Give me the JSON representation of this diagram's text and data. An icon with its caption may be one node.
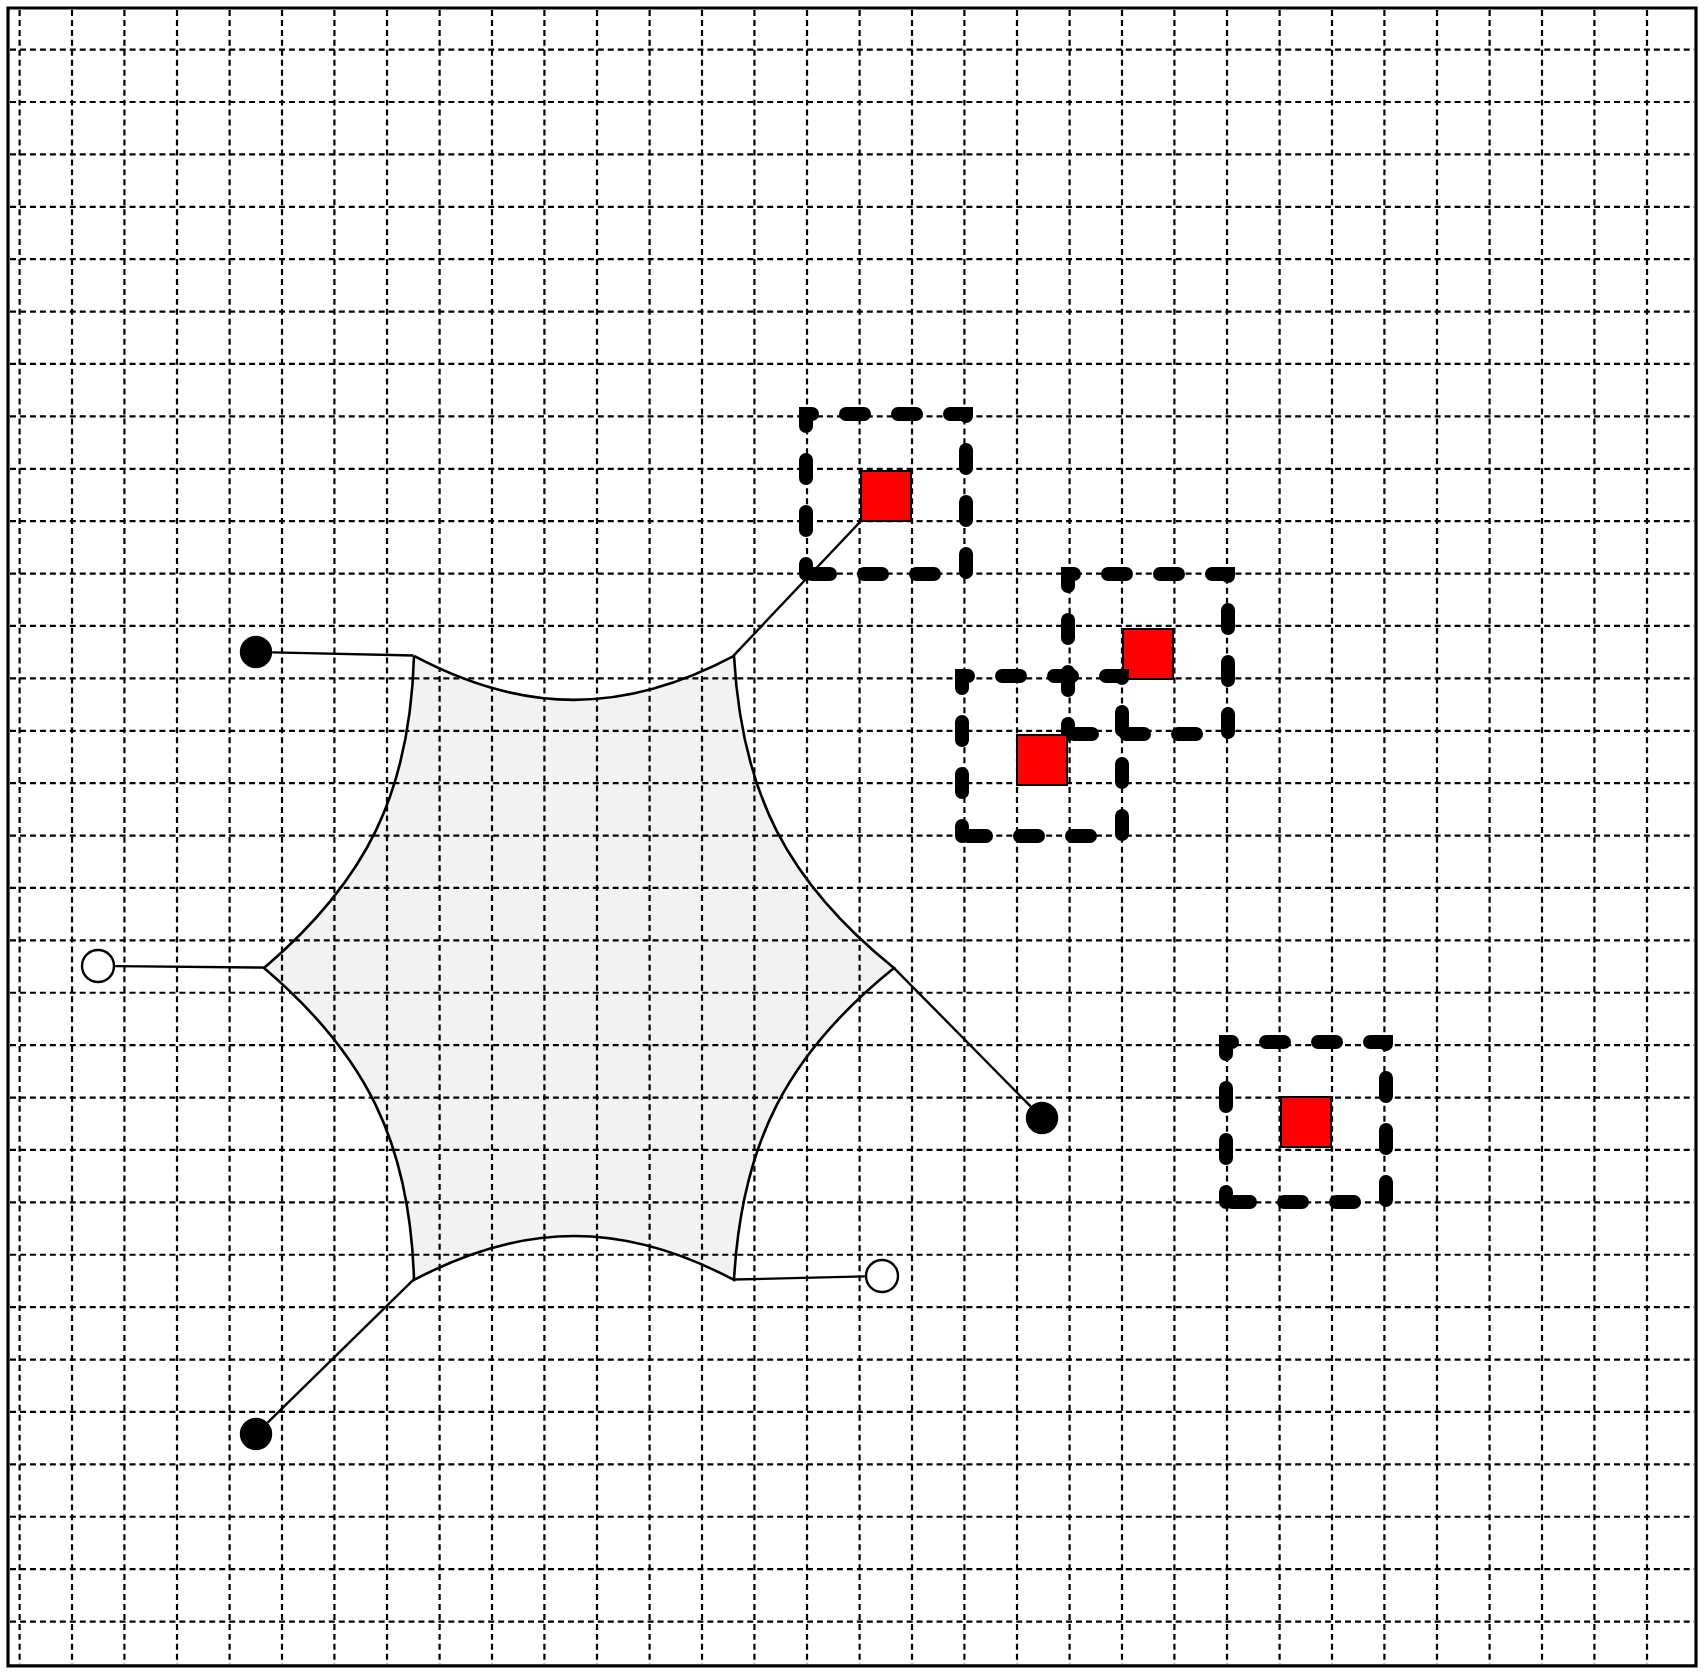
{
  "diagram": {
    "nodes": [
      {
        "text": [],
        "shape": "hexagon"
      },
      {
        "text": [],
        "shape": "dot"
      },
      {
        "text": [],
        "shape": "circle"
      },
      {
        "text": [],
        "shape": "dot"
      },
      {
        "text": [],
        "shape": "circle"
      },
      {
        "text": [],
        "shape": "dot"
      },
      {
        "text": [],
        "shape": "frame"
      },
      {
        "text": [],
        "shape": "square",
        "in": 6
      },
      {
        "text": [],
        "shape": "frame"
      },
      {
        "text": [],
        "shape": "square",
        "in": 8
      },
      {
        "text": [],
        "shape": "frame"
      },
      {
        "text": [],
        "shape": "square",
        "in": 10
      },
      {
        "text": [],
        "shape": "frame"
      },
      {
        "text": [],
        "shape": "square",
        "in": 12
      }
    ],
    "edges": [
      {
        "from": 0,
        "to": 1,
        "arrow": "none"
      },
      {
        "from": 0,
        "to": 2,
        "arrow": "none"
      },
      {
        "from": 0,
        "to": 3,
        "arrow": "none"
      },
      {
        "from": 0,
        "to": 4,
        "arrow": "none"
      },
      {
        "from": 0,
        "to": 5,
        "arrow": "none"
      },
      {
        "from": 0,
        "to": 7,
        "arrow": "none"
      }
    ]
  }
}
